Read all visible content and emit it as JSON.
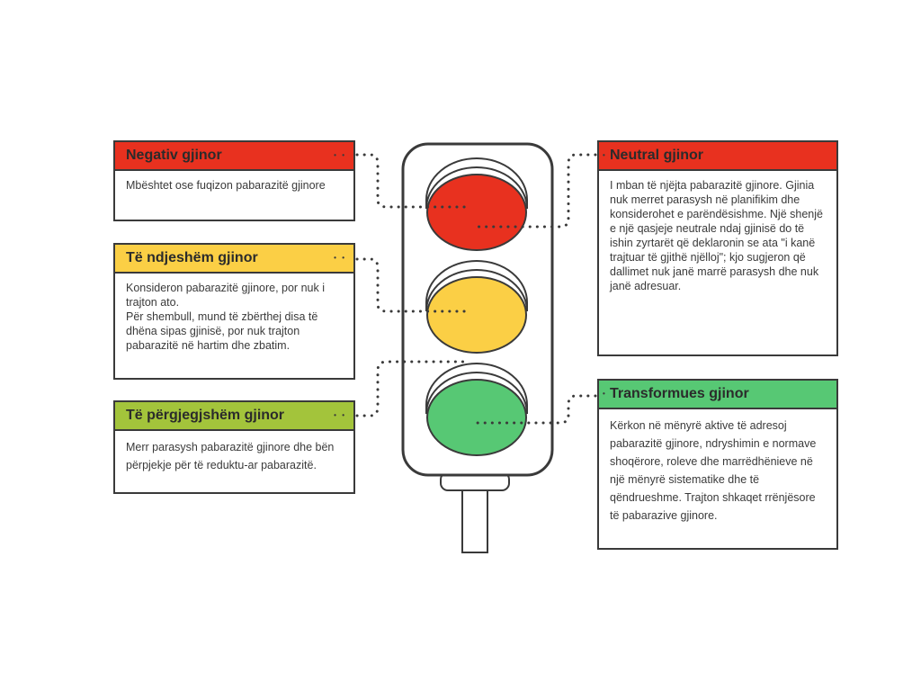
{
  "colors": {
    "red": "#e8311f",
    "yellow": "#fbcf45",
    "green": "#57c874",
    "olive": "#a3c43b",
    "outline": "#3a3a3a"
  },
  "cards": {
    "negative": {
      "title": "Negativ gjinor",
      "text": "Mbështet ose fuqizon pabarazitë gjinore"
    },
    "sensitive": {
      "title": "Të ndjeshëm gjinor",
      "text1": "Konsideron pabarazitë gjinore, por nuk i trajton ato.",
      "text2": "Për shembull, mund të zbërthej disa të dhëna sipas gjinisë, por nuk trajton pabarazitë në hartim dhe zbatim."
    },
    "responsive": {
      "title": "Të përgjegjshëm gjinor",
      "text": "Merr parasysh pabarazitë gjinore dhe bën përpjekje për të reduktu-ar pabarazitë."
    },
    "neutral": {
      "title": "Neutral gjinor",
      "text": "I mban të njëjta pabarazitë gjinore. Gjinia nuk merret parasysh në planifikim dhe konsiderohet e parëndësishme. Një shenjë e një qasjeje neutrale ndaj gjinisë do të ishin zyrtarët që deklaronin se ata \"i kanë trajtuar të gjithë njëlloj\"; kjo sugjeron që dallimet nuk janë marrë parasysh dhe nuk janë adresuar."
    },
    "transform": {
      "title": "Transformues gjinor",
      "text": "Kërkon në mënyrë aktive të adresoj pabarazitë gjinore, ndryshimin e normave shoqërore, roleve dhe marrëdhënieve në një mënyrë sistematike dhe të qëndrueshme. Trajton shkaqet rrënjësore të pabarazive gjinore."
    }
  }
}
